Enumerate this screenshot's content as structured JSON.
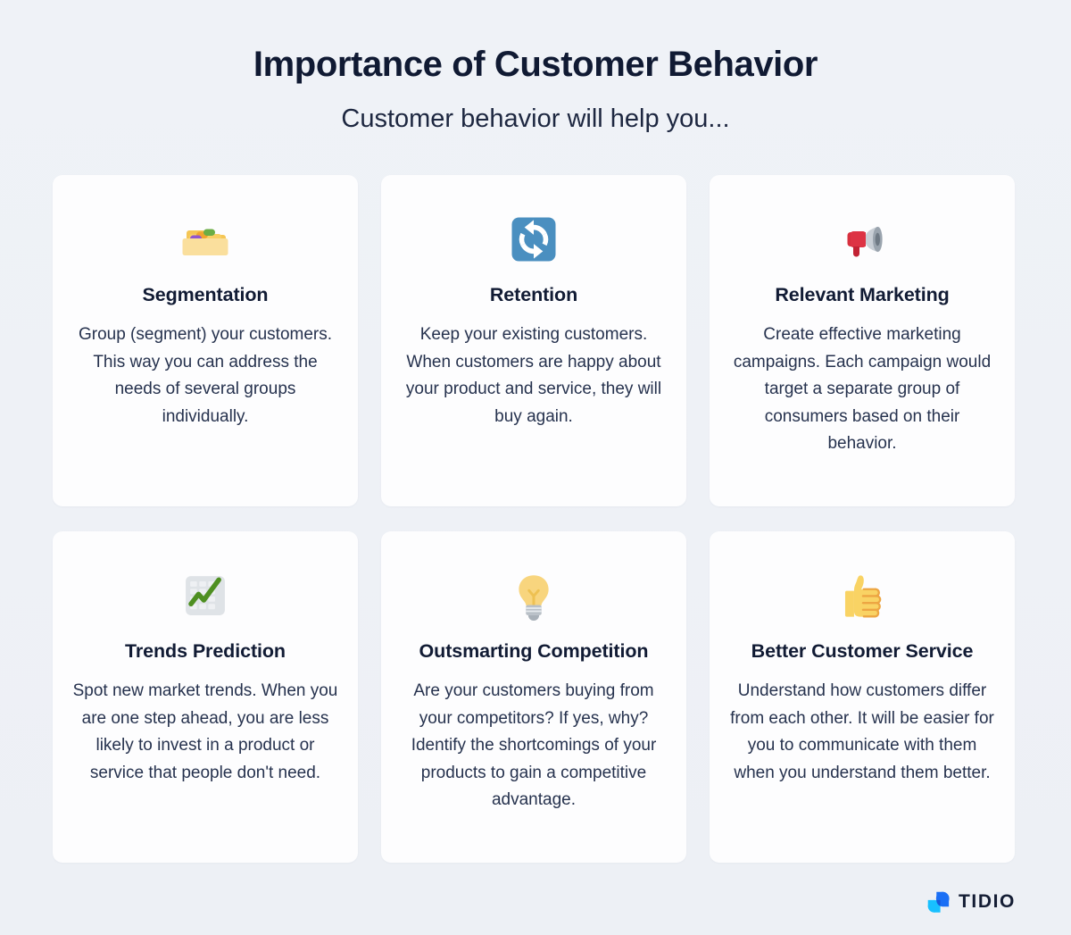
{
  "header": {
    "title": "Importance of Customer Behavior",
    "subtitle": "Customer behavior will help you..."
  },
  "cards": [
    {
      "icon": "card-index-dividers-icon",
      "title": "Segmentation",
      "body": "Group (segment) your customers. This way you can address the needs of several groups individually."
    },
    {
      "icon": "counterclockwise-arrows-icon",
      "title": "Retention",
      "body": "Keep your existing customers. When customers are happy about your product and service, they will buy again."
    },
    {
      "icon": "megaphone-icon",
      "title": "Relevant Marketing",
      "body": "Create effective marketing campaigns. Each campaign would target a separate group of consumers based on their behavior."
    },
    {
      "icon": "chart-increasing-icon",
      "title": "Trends Prediction",
      "body": "Spot new market trends. When you are one step ahead, you are less likely to invest in a product or service that people don't need."
    },
    {
      "icon": "light-bulb-icon",
      "title": "Outsmarting Competition",
      "body": "Are your customers buying from your competitors? If yes, why? Identify the shortcomings of your products to gain a competitive advantage."
    },
    {
      "icon": "thumbs-up-icon",
      "title": "Better Customer Service",
      "body": "Understand how customers differ from each other. It will be easier for you to communicate with them when you understand them better."
    }
  ],
  "footer": {
    "brand": "TIDIO",
    "logo_icon": "tidio-logo-icon"
  },
  "colors": {
    "background": "#eef1f6",
    "card_background": "#fdfdfe",
    "title": "#101a33",
    "body_text": "#26324e",
    "brand_blue": "#1a6ff5",
    "brand_cyan": "#18c0ff"
  }
}
